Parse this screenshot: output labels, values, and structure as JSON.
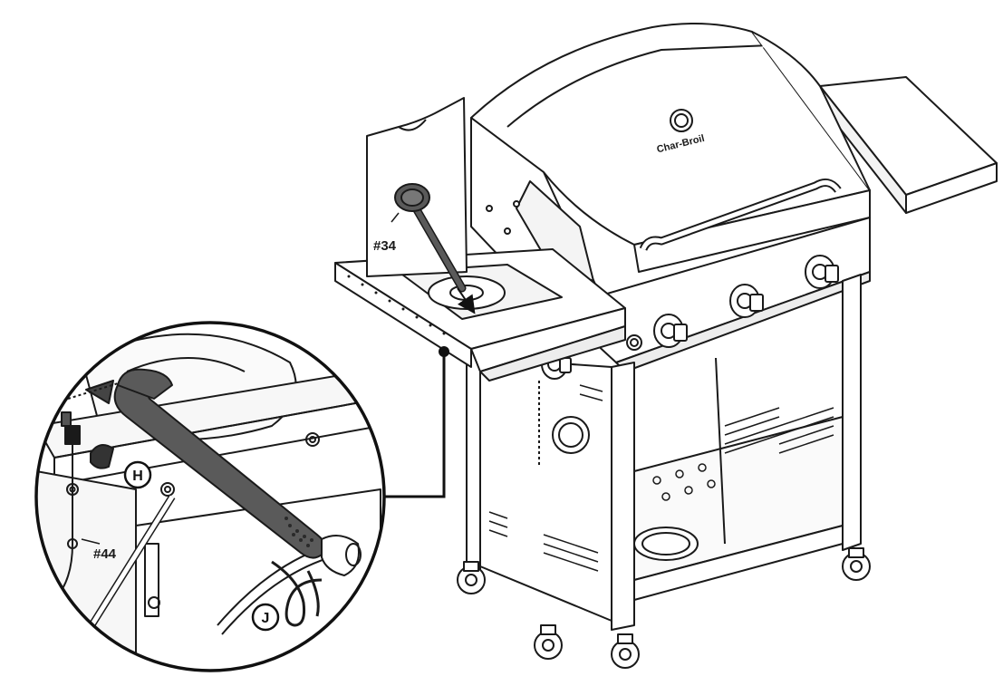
{
  "callouts": {
    "part_34": "#34",
    "part_44": "#44",
    "step_h": "H",
    "step_j": "J"
  },
  "logo_text": "Char-Broil",
  "colors": {
    "line": "#1a1a1a",
    "part_fill": "#5a5a5a",
    "shade": "#d9d9d9"
  }
}
